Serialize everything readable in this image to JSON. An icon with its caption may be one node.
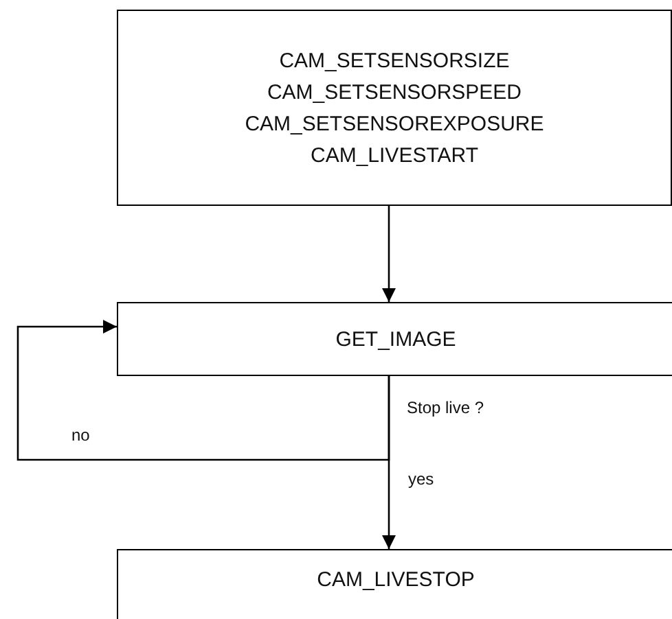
{
  "diagram": {
    "nodes": [
      {
        "text": [
          "CAM_SETSENSORSIZE",
          "CAM_SETSENSORSPEED",
          "CAM_SETSENSOREXPOSURE",
          "CAM_LIVESTART"
        ]
      },
      {
        "text": [
          "GET_IMAGE"
        ]
      },
      {
        "text": [
          "CAM_LIVESTOP"
        ]
      }
    ],
    "edges": [
      {
        "from": 0,
        "to": 1,
        "arrow": "to"
      },
      {
        "from": 1,
        "to": 1,
        "label": "no",
        "arrow": "to"
      },
      {
        "from": 1,
        "to": 2,
        "label": "yes",
        "arrow": "to"
      }
    ],
    "labels": [
      "Stop live ?"
    ]
  }
}
